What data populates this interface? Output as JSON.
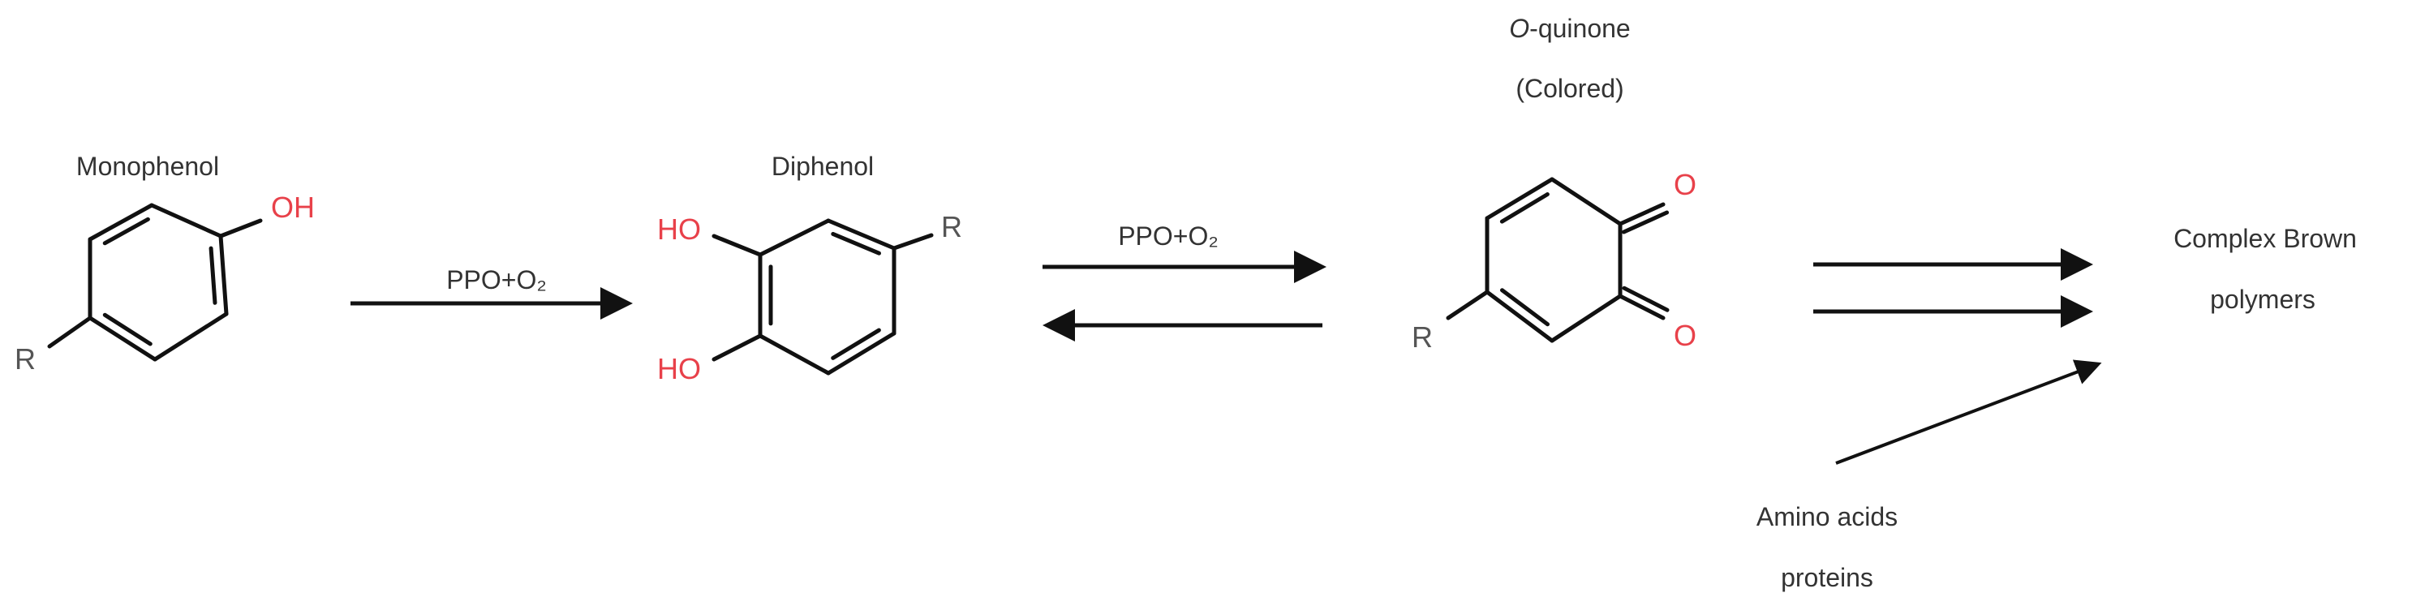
{
  "colors": {
    "bond": "#111111",
    "heteroatom": "#e8414a",
    "text": "#333333"
  },
  "compounds": {
    "monophenol": {
      "name": "Monophenol",
      "oh": "OH",
      "r": "R"
    },
    "diphenol": {
      "name": "Diphenol",
      "oh_top": "HO",
      "oh_bottom": "HO",
      "r": "R"
    },
    "quinone": {
      "name_italic": "O",
      "name_rest": "-quinone",
      "subtitle": "(Colored)",
      "o_top": "O",
      "o_bottom": "O",
      "r": "R"
    }
  },
  "arrows": {
    "step1_label": "PPO+O₂",
    "step2_label": "PPO+O₂"
  },
  "products": {
    "brown_line1": "Complex Brown",
    "brown_line2": "polymers",
    "amino_line1": "Amino acids",
    "amino_line2": "proteins"
  }
}
